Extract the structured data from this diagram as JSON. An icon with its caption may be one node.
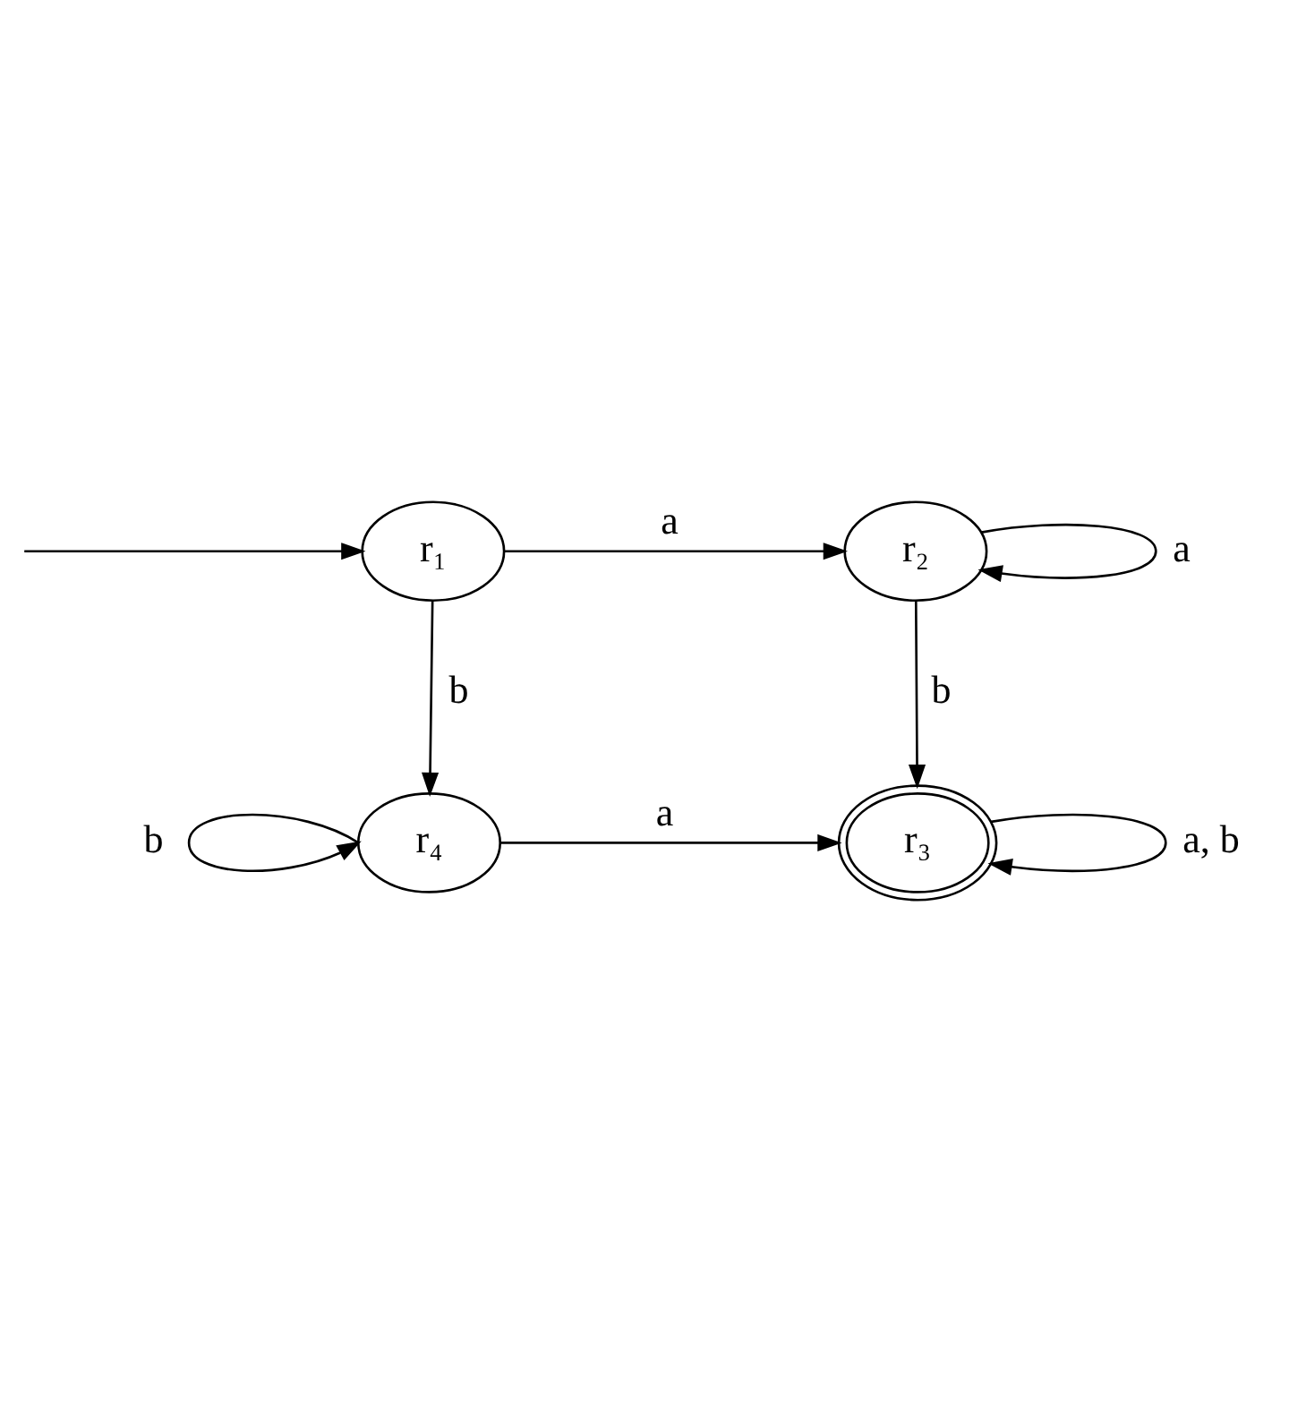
{
  "diagram": {
    "nodes": [
      {
        "text": [
          "r₁"
        ]
      },
      {
        "text": [
          "r₂"
        ]
      },
      {
        "text": [
          "r₄"
        ]
      },
      {
        "text": [
          "r₃"
        ]
      }
    ],
    "edges": [
      {
        "from": null,
        "to": 0,
        "arrow": "to"
      },
      {
        "from": 0,
        "to": 1,
        "arrow": "to",
        "label": "a"
      },
      {
        "from": 1,
        "to": 1,
        "arrow": "to",
        "label": "a"
      },
      {
        "from": 0,
        "to": 2,
        "arrow": "to",
        "label": "b"
      },
      {
        "from": 1,
        "to": 3,
        "arrow": "to",
        "label": "b"
      },
      {
        "from": 2,
        "to": 3,
        "arrow": "to",
        "label": "a"
      },
      {
        "from": 2,
        "to": 2,
        "arrow": "to",
        "label": "b"
      },
      {
        "from": 3,
        "to": 3,
        "arrow": "to",
        "label": "a, b"
      }
    ]
  }
}
